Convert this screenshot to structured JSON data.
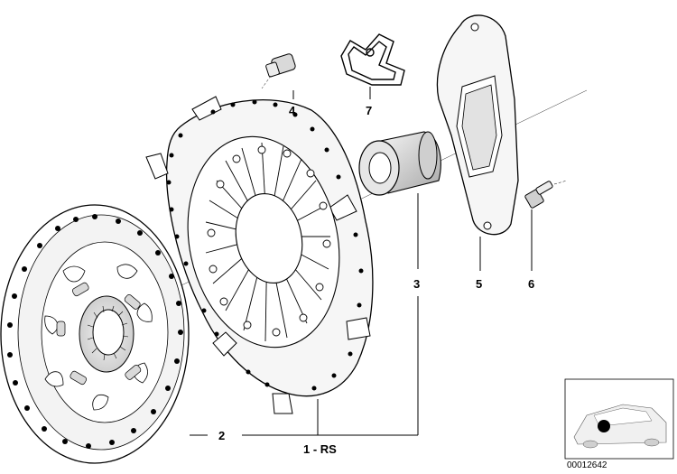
{
  "callouts": {
    "part_1": "1 - RS",
    "part_2": "2",
    "part_3": "3",
    "part_4": "4",
    "part_5": "5",
    "part_6": "6",
    "part_7": "7"
  },
  "reference_number": "00012642",
  "colors": {
    "line": "#000000",
    "background": "#ffffff",
    "shade": "#e8e8e8",
    "dark_shade": "#bdbdbd"
  }
}
